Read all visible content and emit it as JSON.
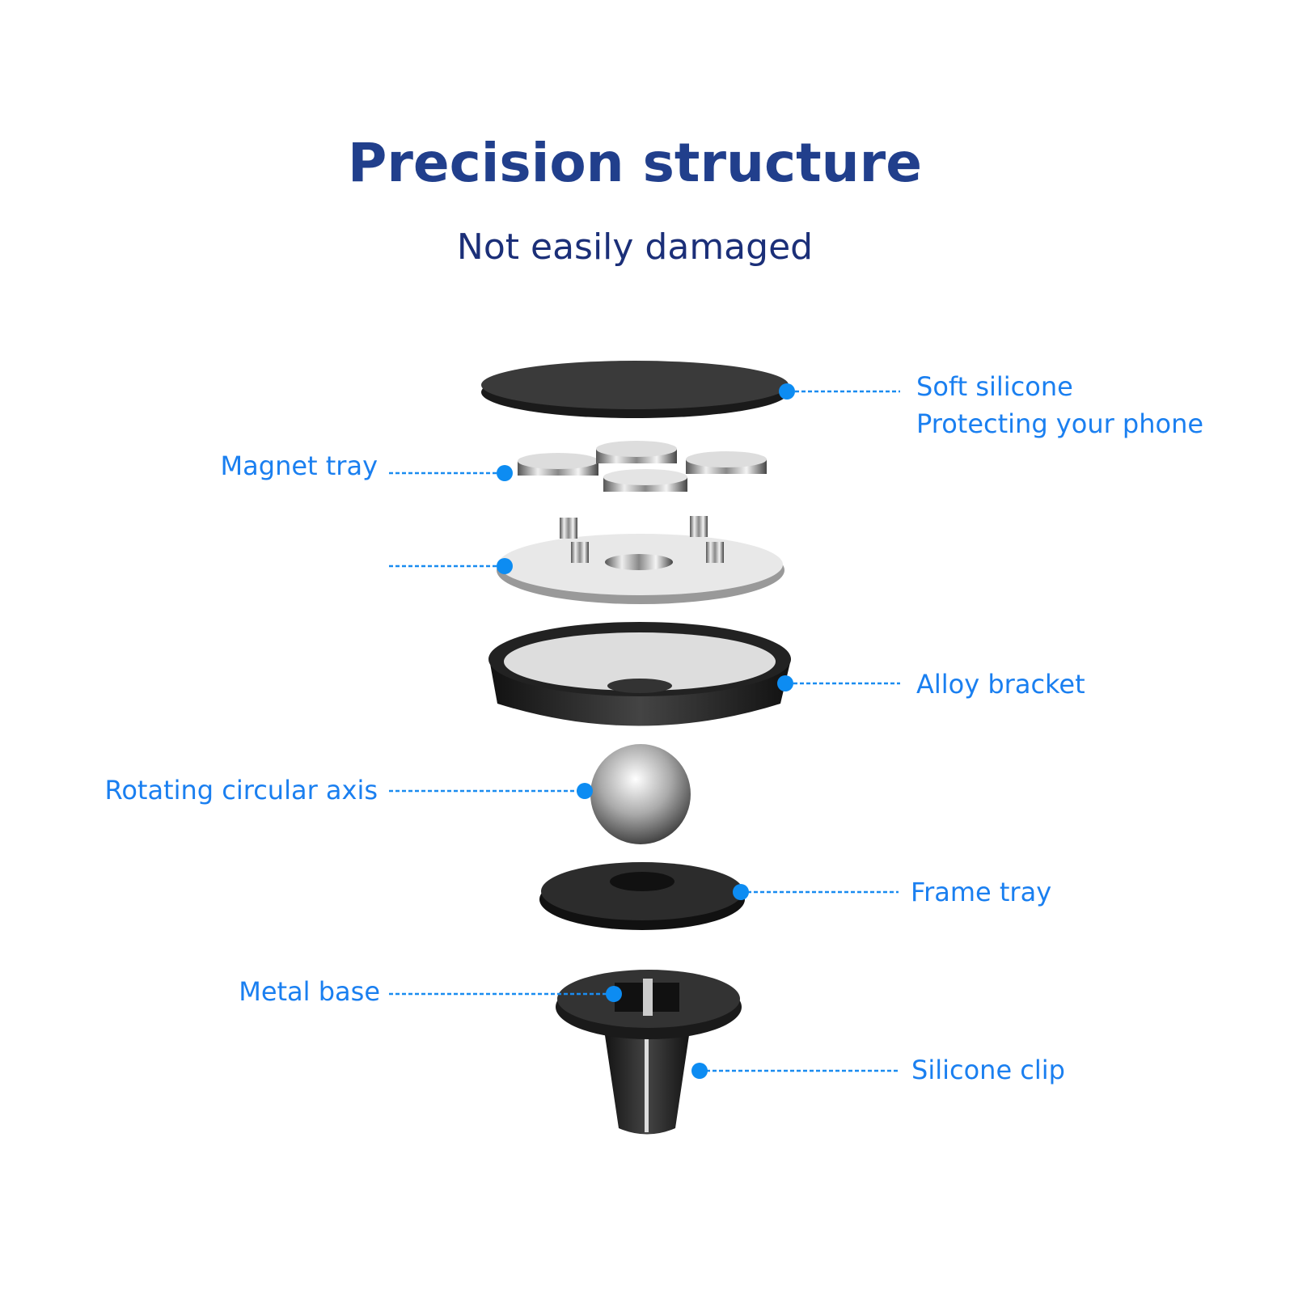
{
  "header": {
    "title": "Precision structure",
    "subtitle": "Not easily damaged"
  },
  "colors": {
    "title": "#213f8c",
    "label": "#1a7ff0",
    "dot": "#0d8cf2"
  },
  "parts": {
    "soft_silicone": {
      "line1": "Soft silicone",
      "line2": "Protecting your phone"
    },
    "magnet_tray": "Magnet tray",
    "alloy_bracket": "Alloy bracket",
    "rotating_axis": "Rotating circular axis",
    "frame_tray": "Frame tray",
    "metal_base": "Metal base",
    "silicone_clip": "Silicone clip"
  }
}
